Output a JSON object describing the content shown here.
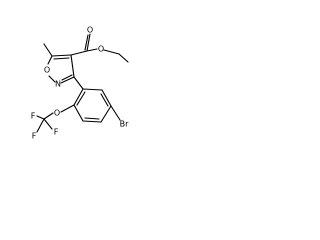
{
  "structure": {
    "atoms": {
      "ester_o_carbonyl": "O",
      "ester_o_ether": "O",
      "isoxazole_o": "O",
      "isoxazole_n": "N",
      "bromine": "Br",
      "ocf3_o": "O",
      "fluorine_left": "F",
      "fluorine_right": "F",
      "fluorine_bottom": "F"
    }
  }
}
